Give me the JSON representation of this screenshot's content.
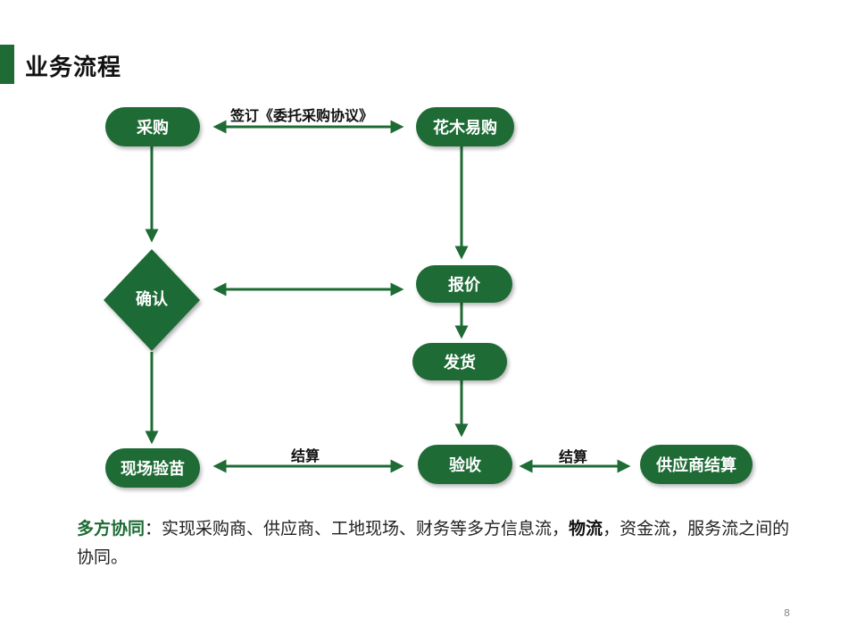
{
  "header": {
    "title": "业务流程"
  },
  "nodes": {
    "purchase": "采购",
    "huamu": "花木易购",
    "confirm": "确认",
    "quote": "报价",
    "ship": "发货",
    "inspect_site": "现场验苗",
    "accept": "验收",
    "supplier_settle": "供应商结算"
  },
  "edges": {
    "sign_agreement": "签订《委托采购协议》",
    "settle_1": "结算",
    "settle_2": "结算"
  },
  "description": {
    "key": "多方协同",
    "sep": "：",
    "text_1": "实现采购商、供应商、工地现场、财务等多方信息流，",
    "bold": "物流",
    "text_2": "，资金流，服务流之间的协同。"
  },
  "page_number": "8",
  "colors": {
    "primary": "#1e6b35"
  }
}
